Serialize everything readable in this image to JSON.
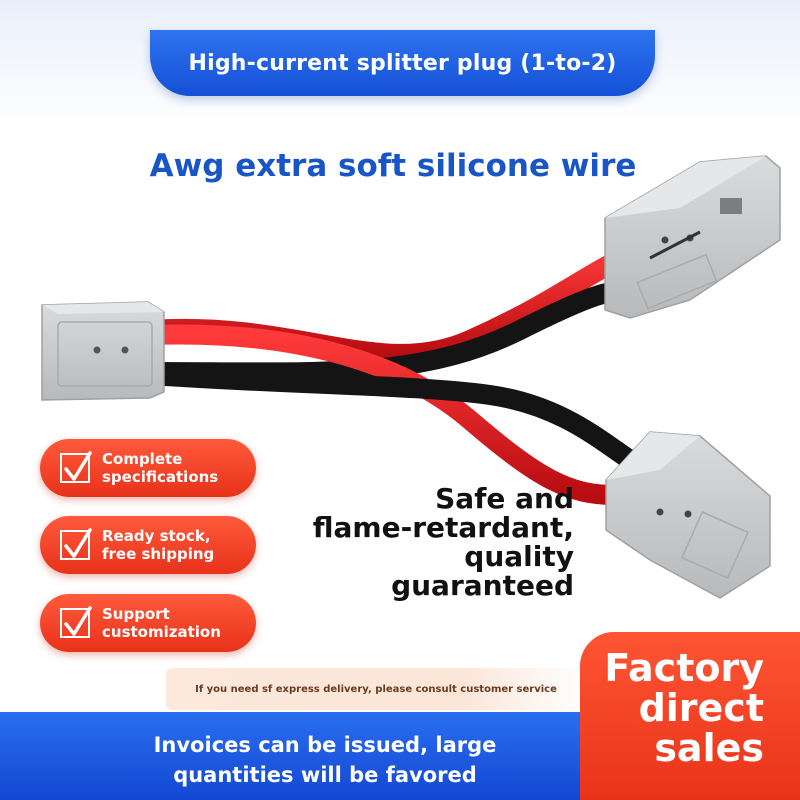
{
  "header": {
    "title": "High-current splitter plug (1-to-2)",
    "subtitle": "Awg extra soft silicone wire"
  },
  "badges": [
    {
      "line1": "Complete",
      "line2": "specifications"
    },
    {
      "line1": "Ready stock,",
      "line2": "free shipping"
    },
    {
      "line1": "Support",
      "line2": "customization"
    }
  ],
  "safety": {
    "line1": "Safe and",
    "line2": "flame-retardant,",
    "line3": "quality",
    "line4": "guaranteed"
  },
  "footer": {
    "express_note": "If you need sf express delivery, please consult customer service",
    "invoice_line1": "Invoices can be issued, large",
    "invoice_line2": "quantities will be favored",
    "factory_line1": "Factory",
    "factory_line2": "direct",
    "factory_line3": "sales"
  },
  "colors": {
    "brand_blue": "#1856c8",
    "accent_red": "#e8331a",
    "connector_gray": "#c9cbcd",
    "wire_red": "#d9141a",
    "wire_black": "#141414"
  }
}
